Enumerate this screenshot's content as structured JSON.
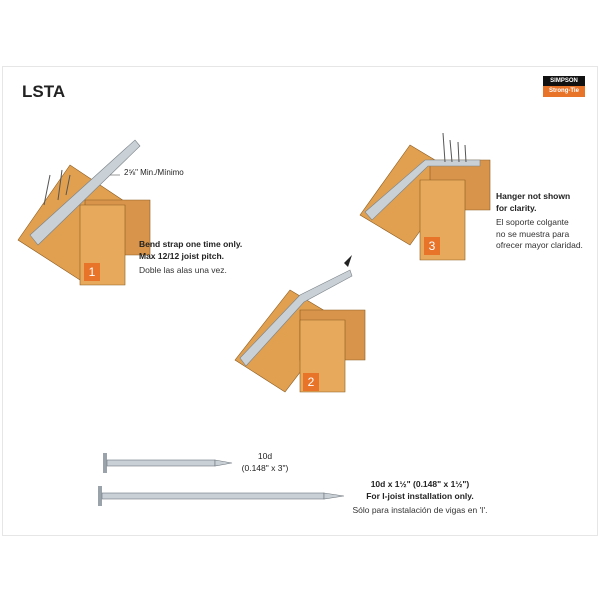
{
  "title": "LSTA",
  "logo": {
    "top": "SIMPSON",
    "bottom": "Strong-Tie"
  },
  "colors": {
    "wood": "#e0a050",
    "wood_dark": "#b8762e",
    "strap": "#c9d0d6",
    "badge": "#e8742a"
  },
  "step1": {
    "badge": "1",
    "dimension": "2⅝\" Min./Mínimo",
    "note_en_1": "Bend strap one time only.",
    "note_en_2": "Max 12/12 joist pitch.",
    "note_es": "Doble las alas una vez."
  },
  "step2": {
    "badge": "2"
  },
  "step3": {
    "badge": "3",
    "note_en_1": "Hanger not shown",
    "note_en_2": "for clarity.",
    "note_es_1": "El soporte colgante",
    "note_es_2": "no se muestra para",
    "note_es_3": "ofrecer mayor claridad."
  },
  "nails": {
    "short": {
      "label": "10d",
      "size": "(0.148\" x 3\")"
    },
    "long": {
      "label": "10d x 1½\" (0.148\" x 1½\")",
      "note_en": "For I-joist installation only.",
      "note_es": "Sólo para instalación de vigas en 'I'."
    }
  }
}
